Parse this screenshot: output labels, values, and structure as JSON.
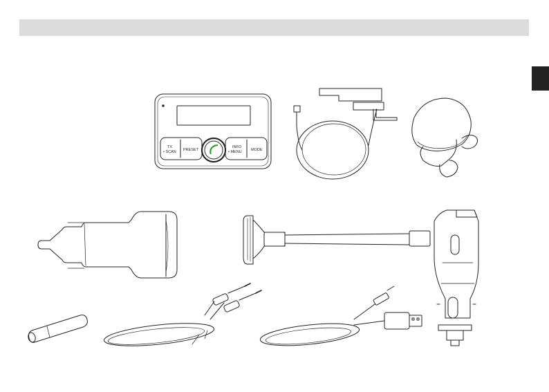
{
  "colors": {
    "header_bar": "#dcdcdc",
    "side_tab": "#222222",
    "line": "#222222",
    "call_green": "#3a9a3a"
  },
  "transmitter": {
    "btn_tx_line1": "TX",
    "btn_tx_line2": "• SCAN",
    "btn_preset": "PRESET",
    "btn_info_line1": "INFO",
    "btn_info_line2": "• MENU",
    "btn_mode": "MODE"
  },
  "icons": {
    "call": "phone-icon"
  }
}
